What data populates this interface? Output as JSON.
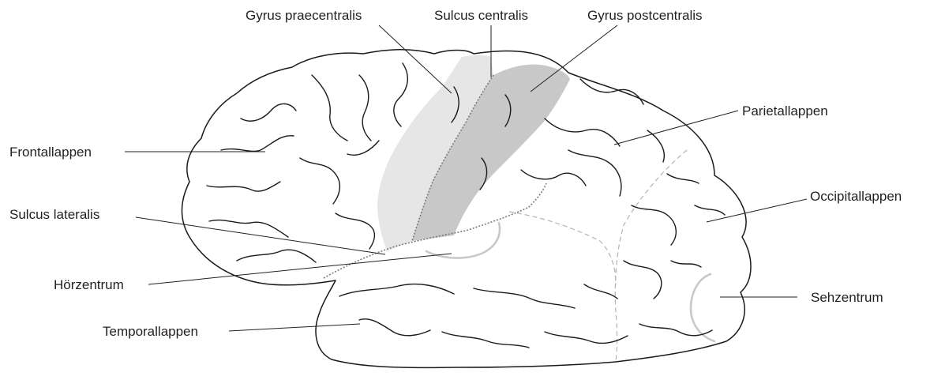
{
  "labels": {
    "gyrus_praecentralis": "Gyrus praecentralis",
    "sulcus_centralis": "Sulcus centralis",
    "gyrus_postcentralis": "Gyrus postcentralis",
    "frontallappen": "Frontallappen",
    "parietallappen": "Parietallappen",
    "sulcus_lateralis": "Sulcus lateralis",
    "occipitallappen": "Occipitallappen",
    "hoerzentrum": "Hörzentrum",
    "sehzentrum": "Sehzentrum",
    "temporallappen": "Temporallappen"
  },
  "colors": {
    "gyrus_praecentralis_fill": "#e6e6e6",
    "gyrus_postcentralis_fill": "#c8c8c8",
    "lobe_boundary": "#b3b3b3",
    "outline": "#1a1a1a"
  }
}
